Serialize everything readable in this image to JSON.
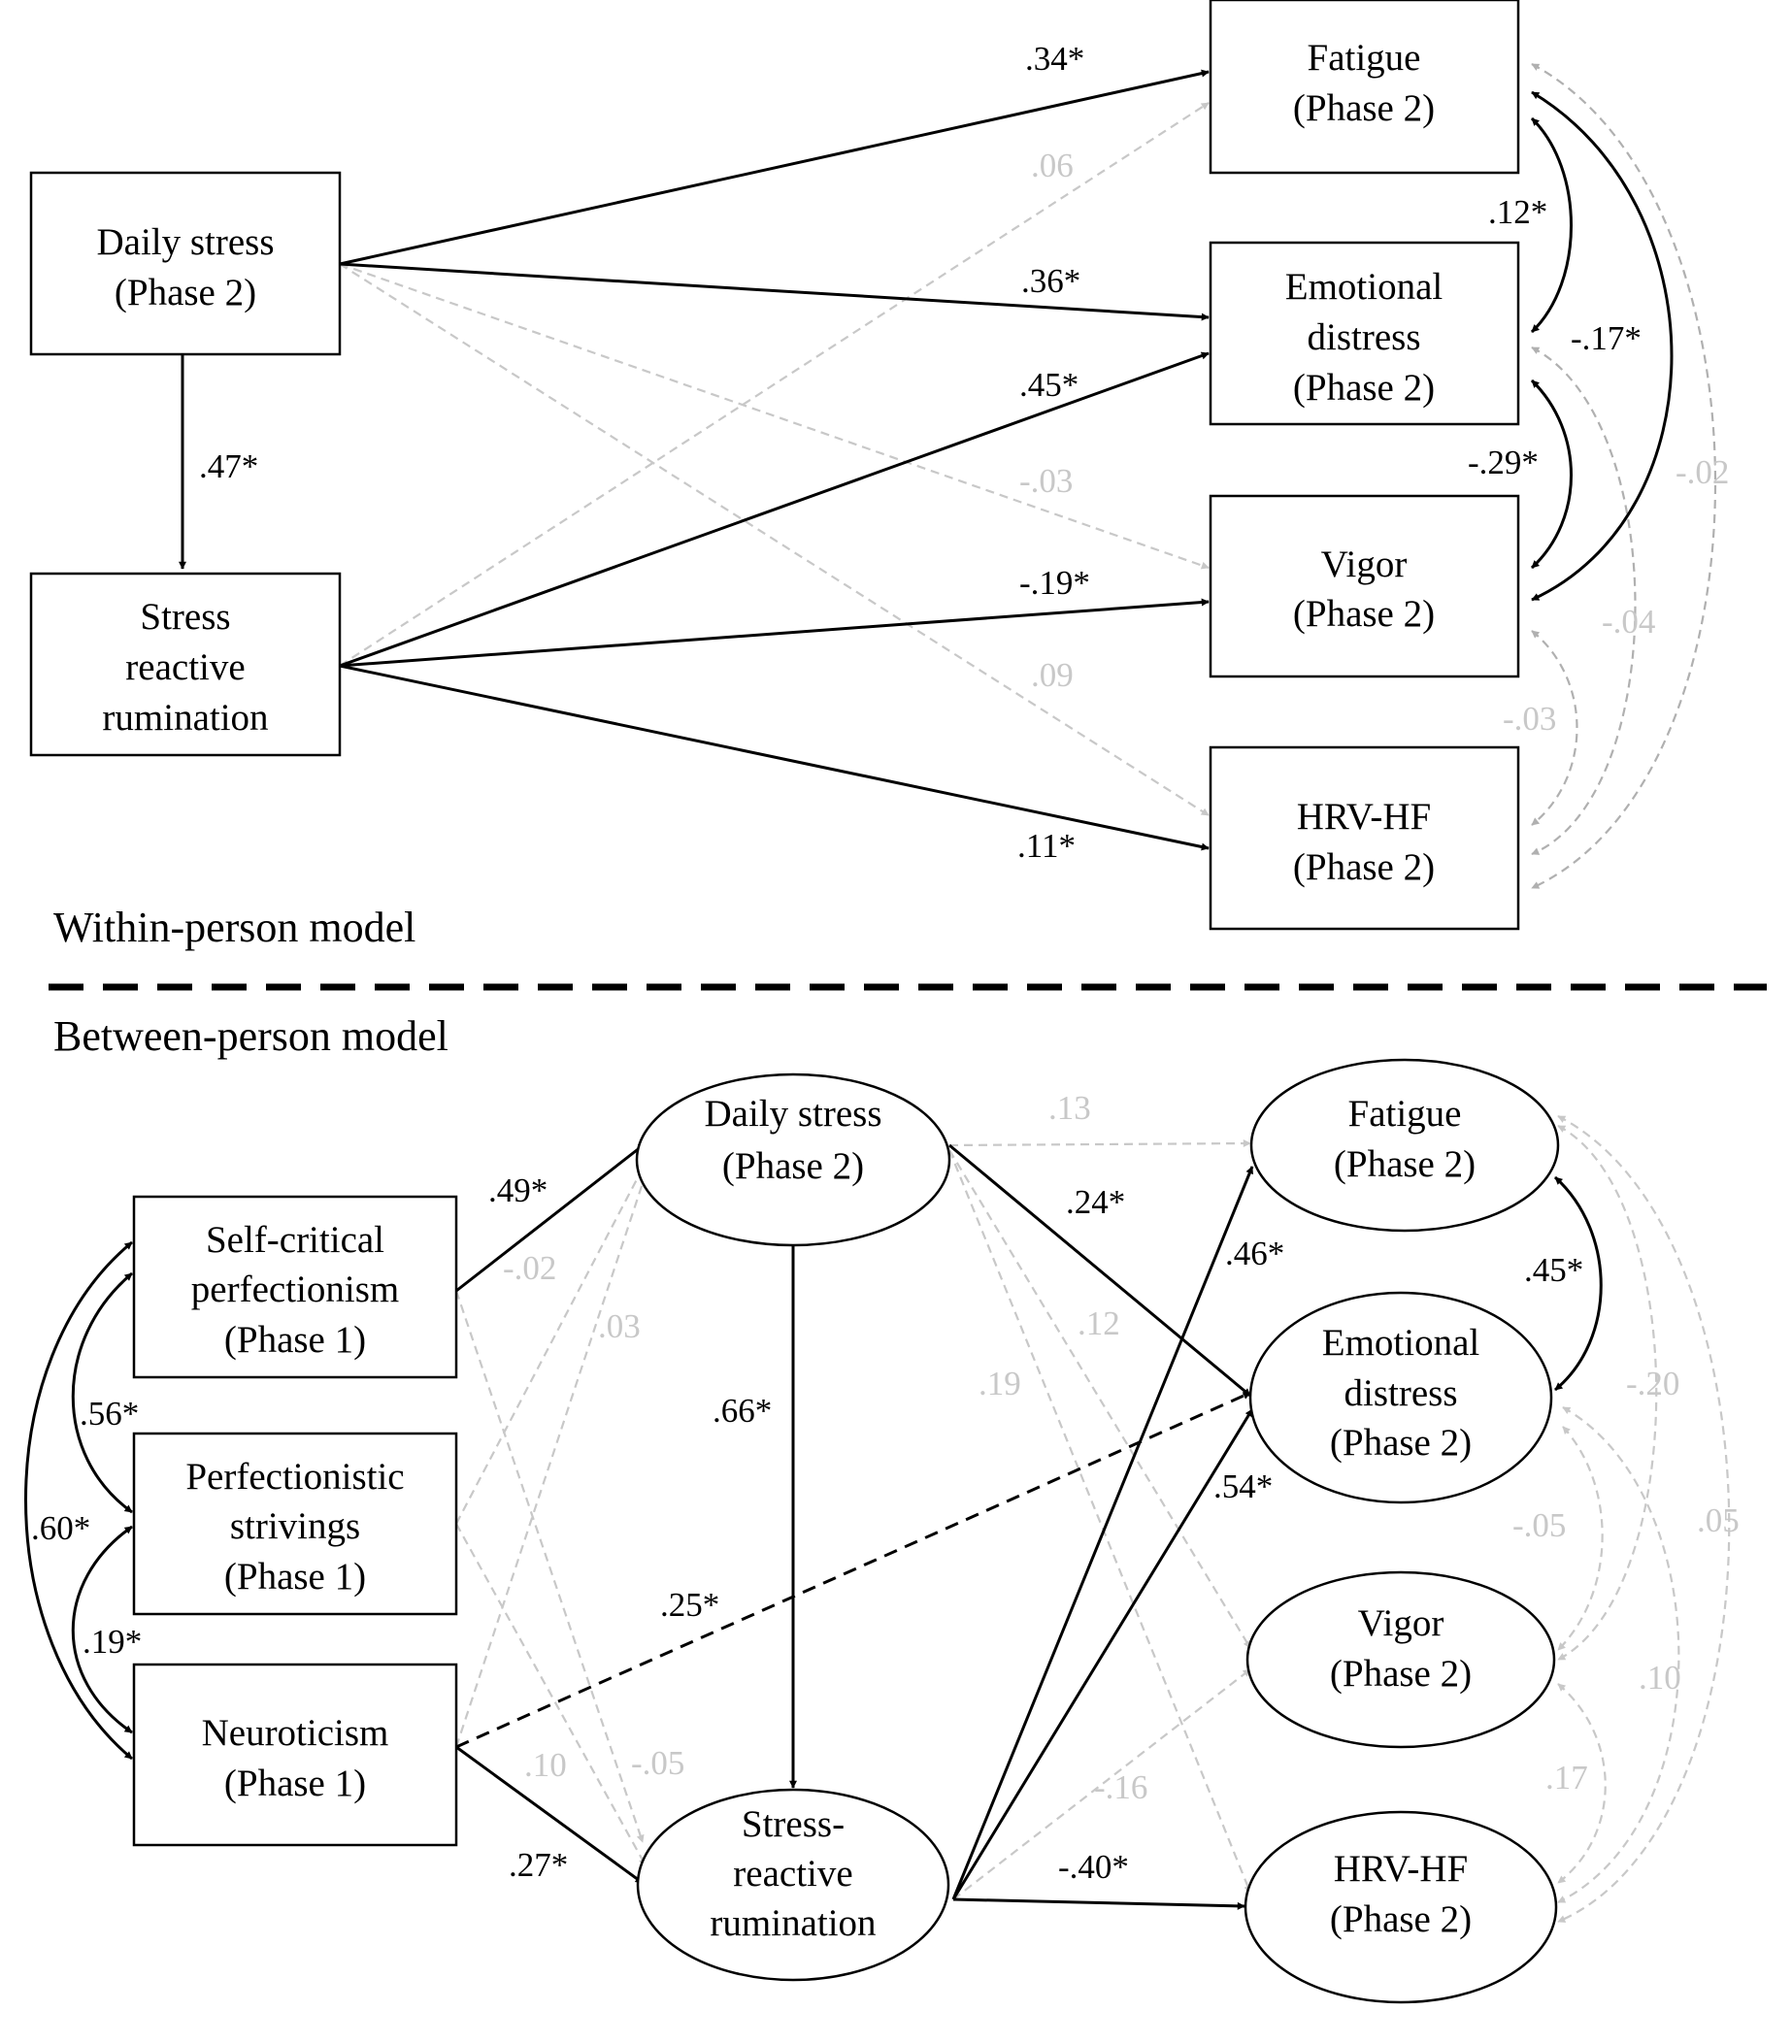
{
  "within": {
    "title": "Within-person model",
    "nodes": {
      "daily_stress": [
        "Daily stress",
        "(Phase 2)"
      ],
      "rumination": [
        "Stress",
        "reactive",
        "rumination"
      ],
      "fatigue": [
        "Fatigue",
        "(Phase 2)"
      ],
      "distress": [
        "Emotional",
        "distress",
        "(Phase 2)"
      ],
      "vigor": [
        "Vigor",
        "(Phase 2)"
      ],
      "hrv": [
        "HRV-HF",
        "(Phase 2)"
      ]
    },
    "coefficients": {
      "stress_fatigue": ".34*",
      "stress_distress": ".36*",
      "stress_vigor": "-.03",
      "stress_hrv": ".09",
      "stress_rumination": ".47*",
      "rum_fatigue": ".06",
      "rum_distress": ".45*",
      "rum_vigor": "-.19*",
      "rum_hrv": ".11*",
      "fatigue_distress": ".12*",
      "fatigue_vigor": "-.17*",
      "distress_vigor": "-.29*",
      "fatigue_hrv": "-.02",
      "distress_hrv": "-.04",
      "vigor_hrv": "-.03"
    }
  },
  "between": {
    "title": "Between-person model",
    "nodes": {
      "scp": [
        "Self-critical",
        "perfectionism",
        "(Phase 1)"
      ],
      "ps": [
        "Perfectionistic",
        "strivings",
        "(Phase 1)"
      ],
      "neuro": [
        "Neuroticism",
        "(Phase 1)"
      ],
      "daily_stress": [
        "Daily stress",
        "(Phase 2)"
      ],
      "rumination": [
        "Stress-",
        "reactive",
        "rumination"
      ],
      "fatigue": [
        "Fatigue",
        "(Phase 2)"
      ],
      "distress": [
        "Emotional",
        "distress",
        "(Phase 2)"
      ],
      "vigor": [
        "Vigor",
        "(Phase 2)"
      ],
      "hrv": [
        "HRV-HF",
        "(Phase 2)"
      ]
    },
    "coefficients": {
      "scp_stress": ".49*",
      "ps_stress": "-.02",
      "neuro_stress": ".03",
      "scp_rumination": ".10",
      "ps_rumination": "-.05",
      "neuro_rumination": ".27*",
      "neuro_distress": ".25*",
      "scp_ps": ".56*",
      "scp_neuro": ".60*",
      "ps_neuro": ".19*",
      "stress_rumination": ".66*",
      "stress_fatigue": ".13",
      "stress_distress": ".24*",
      "stress_vigor": ".12",
      "stress_hrv": ".19",
      "rum_fatigue": ".46*",
      "rum_distress": ".54*",
      "rum_vigor": "-.16",
      "rum_hrv": "-.40*",
      "fatigue_distress": ".45*",
      "fatigue_vigor": "-.20",
      "fatigue_hrv": ".05",
      "distress_vigor": "-.05",
      "distress_hrv": ".10",
      "vigor_hrv": ".17"
    }
  }
}
